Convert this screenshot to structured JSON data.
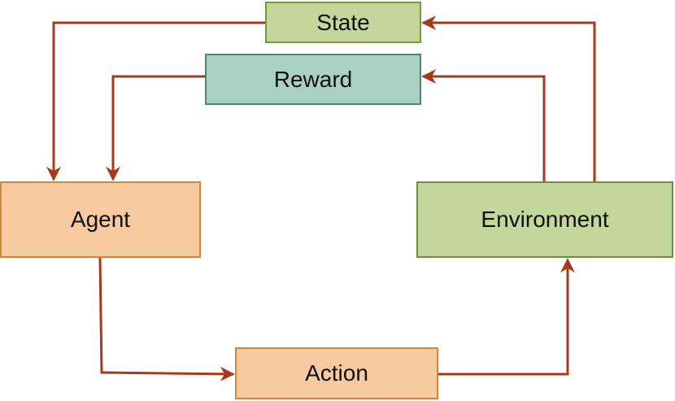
{
  "diagram": {
    "nodes": {
      "state": {
        "label": "State",
        "fill": "#c3d69b",
        "border": "#7a9a3e"
      },
      "reward": {
        "label": "Reward",
        "fill": "#a9d0c2",
        "border": "#4f8477"
      },
      "agent": {
        "label": "Agent",
        "fill": "#f6c99f",
        "border": "#c98a3d"
      },
      "environment": {
        "label": "Environment",
        "fill": "#c3d69b",
        "border": "#6f8f3a"
      },
      "action": {
        "label": "Action",
        "fill": "#f6c99f",
        "border": "#c98a3d"
      }
    },
    "edges": [
      {
        "from": "environment",
        "to": "state"
      },
      {
        "from": "environment",
        "to": "reward"
      },
      {
        "from": "state",
        "to": "agent"
      },
      {
        "from": "reward",
        "to": "agent"
      },
      {
        "from": "agent",
        "to": "action"
      },
      {
        "from": "action",
        "to": "environment"
      }
    ],
    "arrow_color": "#a6391c"
  }
}
